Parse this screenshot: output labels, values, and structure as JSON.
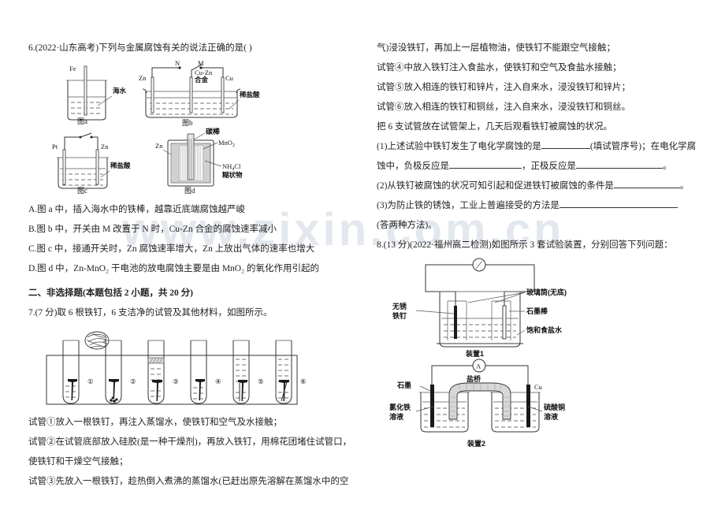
{
  "watermark": {
    "text": "www.zixin.com.cn"
  },
  "left_column": {
    "q6": {
      "stem": "6.(2022·山东高考)下列与金属腐蚀有关的说法正确的是(      )",
      "figures": [
        {
          "caption": "图a",
          "labels": [
            "Fe",
            "海水"
          ]
        },
        {
          "caption": "图b",
          "labels": [
            "N",
            "M",
            "Zn",
            "Cu-Zn",
            "合金",
            "Cu",
            "稀盐酸"
          ]
        },
        {
          "caption": "图c",
          "labels": [
            "Pt",
            "Zn",
            "稀盐酸"
          ]
        },
        {
          "caption": "图d",
          "labels": [
            "碳棒",
            "Zn",
            "MnO₂",
            "NH₄Cl",
            "糊状物"
          ]
        }
      ],
      "options": [
        "A.图 a 中，插入海水中的铁棒，越靠近底端腐蚀越严峻",
        "B.图 b 中，开关由 M 改置于 N 时，Cu-Zn 合金的腐蚀速率减小",
        "C.图 c 中，接通开关时，Zn 腐蚀速率增大，Zn 上放出气体的速率也增大",
        "D.图 d 中，Zn-MnO₂ 干电池的放电腐蚀主要是由 MnO₂ 的氧化作用引起的"
      ]
    },
    "section2_title": "二、非选择题(本题包括 2 小题，共 20 分)",
    "q7": {
      "stem": "7.(7 分)取 6 根铁钉，6 支洁净的试管及其他材料，如图所示。",
      "tube_numbers": [
        "①",
        "②",
        "③",
        "④",
        "⑤",
        "⑥"
      ],
      "lines": [
        "试管①放入一根铁钉，再注入蒸馏水，使铁钉和空气及水接触；",
        "试管②在试管底部放入硅胶(是一种干燥剂)，再放入铁钉，用棉花团堵住试管口，",
        "使铁钉和干燥空气接触；",
        "试管③先放入一根铁钉，趁热倒入煮沸的蒸馏水(已赶出原先溶解在蒸馏水中的空"
      ]
    }
  },
  "right_column": {
    "q7_cont": [
      "气)浸没铁钉，再加上一层植物油，使铁钉不能跟空气接触；",
      "试管④中放入铁钉注入食盐水，使铁钉和空气及食盐水接触；",
      "试管⑤放入相连的铁钉和锌片，注入自来水，浸没铁钉和锌片；",
      "试管⑥放入相连的铁钉和铜丝，注入自来水，浸没铁钉和铜丝。",
      "把 6 支试管放在试管架上，几天后观看铁钉被腐蚀的状况。"
    ],
    "q7_subs": [
      {
        "a": "(1)上述试验中铁钉发生了电化学腐蚀的是",
        "b": "(填试管序号)；在电化学腐",
        "c": "蚀中，负极反应是",
        "d": "，正极反应是",
        "e": "。"
      },
      {
        "a": "(2)从铁钉被腐蚀的状况可知引起和促进铁钉被腐蚀的条件是",
        "b": "。"
      },
      {
        "a": "(3)为防止铁的锈蚀，工业上普遍接受的方法是",
        "b": ""
      },
      {
        "a": "(答两种方法)。",
        "b": ""
      }
    ],
    "q8": {
      "stem": "8.(13 分)(2022·福州高二检测)如图所示 3 套试验装置，分别回答下列问题：",
      "device1": {
        "caption": "装置1",
        "labels": [
          "玻璃筒(无底)",
          "石墨棒",
          "饱和食盐水",
          "无锈",
          "铁钉"
        ]
      },
      "device2": {
        "caption": "装置2",
        "labels": [
          "盐桥",
          "石墨",
          "Cu",
          "氯化铁",
          "溶液",
          "硫酸铜",
          "溶液"
        ]
      }
    }
  }
}
